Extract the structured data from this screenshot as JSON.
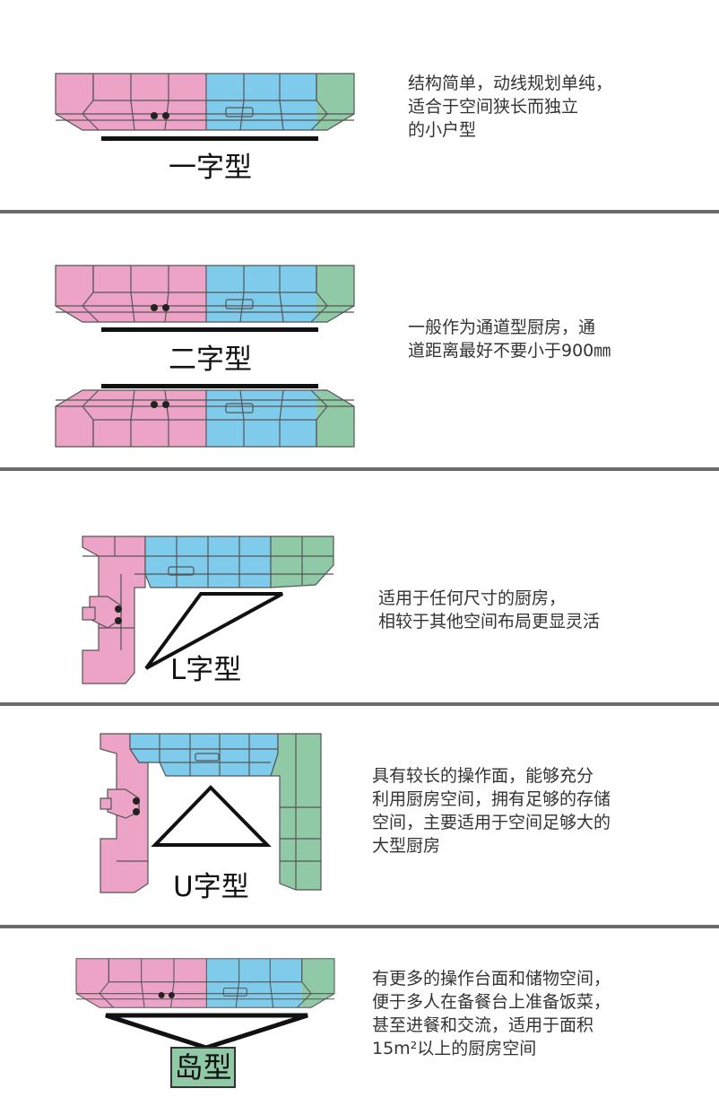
{
  "colors": {
    "pink": "#eca3c6",
    "blue": "#7fcbeb",
    "green": "#8fc9a6",
    "separator": "#6b6b6b"
  },
  "sections": [
    {
      "title": "一字型",
      "description": [
        "结构简单，动线规划单纯，",
        "适合于空间狭长而独立",
        "的小户型"
      ]
    },
    {
      "title": "二字型",
      "description": [
        "一般作为通道型厨房，通",
        "道距离最好不要小于900㎜"
      ]
    },
    {
      "title": "L字型",
      "description": [
        "适用于任何尺寸的厨房，",
        "相较于其他空间布局更显灵活"
      ]
    },
    {
      "title": "U字型",
      "description": [
        "具有较长的操作面，能够充分",
        "利用厨房空间，拥有足够的存储",
        "空间，主要适用于空间足够大的",
        "大型厨房"
      ]
    },
    {
      "title": "岛型",
      "description": [
        "有更多的操作台面和储物空间，",
        "便于多人在备餐台上准备饭菜，",
        "甚至进餐和交流，适用于面积",
        "15m²以上的厨房空间"
      ]
    }
  ]
}
